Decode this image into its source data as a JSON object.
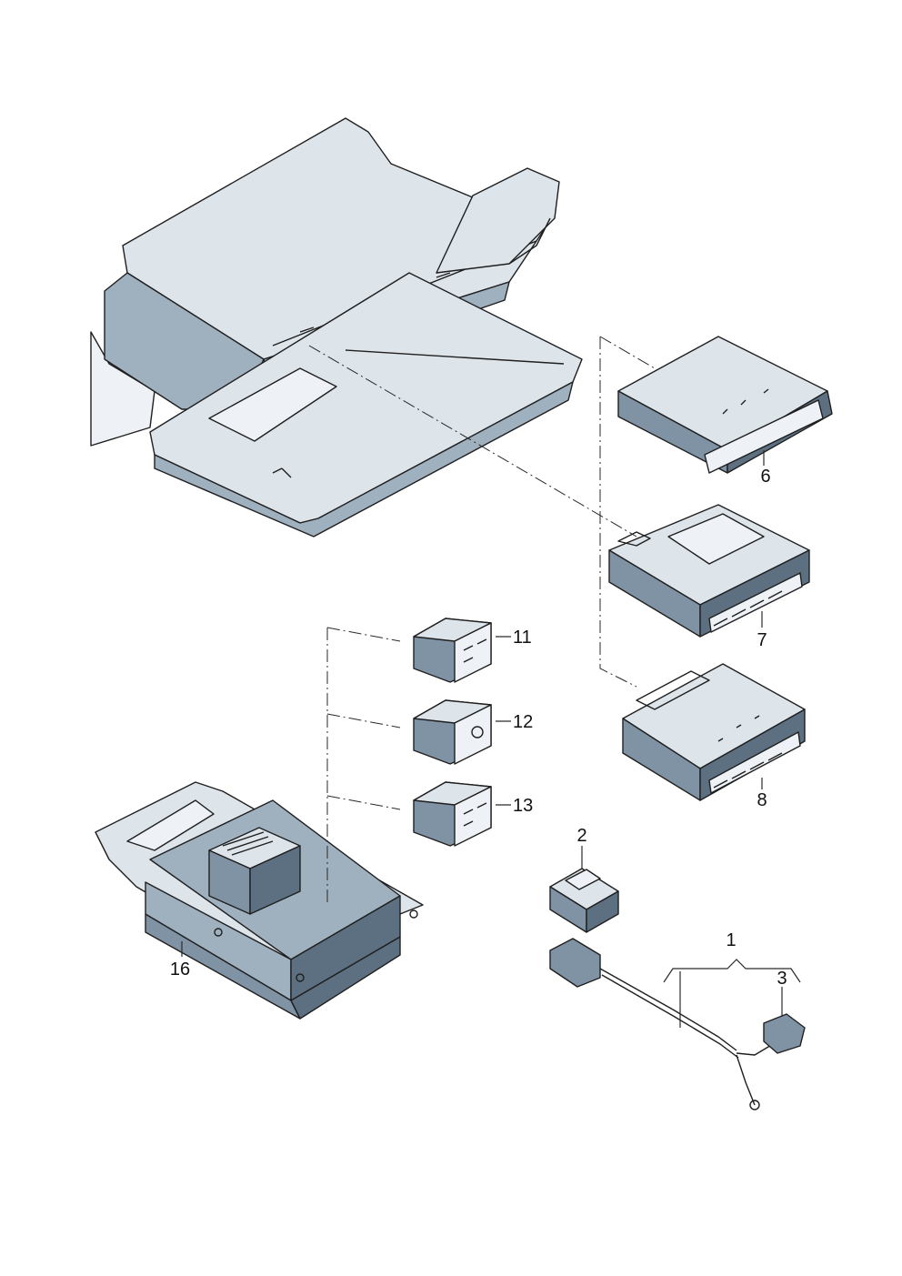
{
  "callouts": {
    "c1": "1",
    "c2": "2",
    "c3": "3",
    "c6": "6",
    "c7": "7",
    "c8": "8",
    "c11": "11",
    "c12": "12",
    "c13": "13",
    "c16": "16"
  },
  "colors": {
    "ink": "#1f1f1f",
    "part_light": "#dde4ea",
    "part_mid": "#9fb0bf",
    "part_dark": "#7f93a5"
  }
}
